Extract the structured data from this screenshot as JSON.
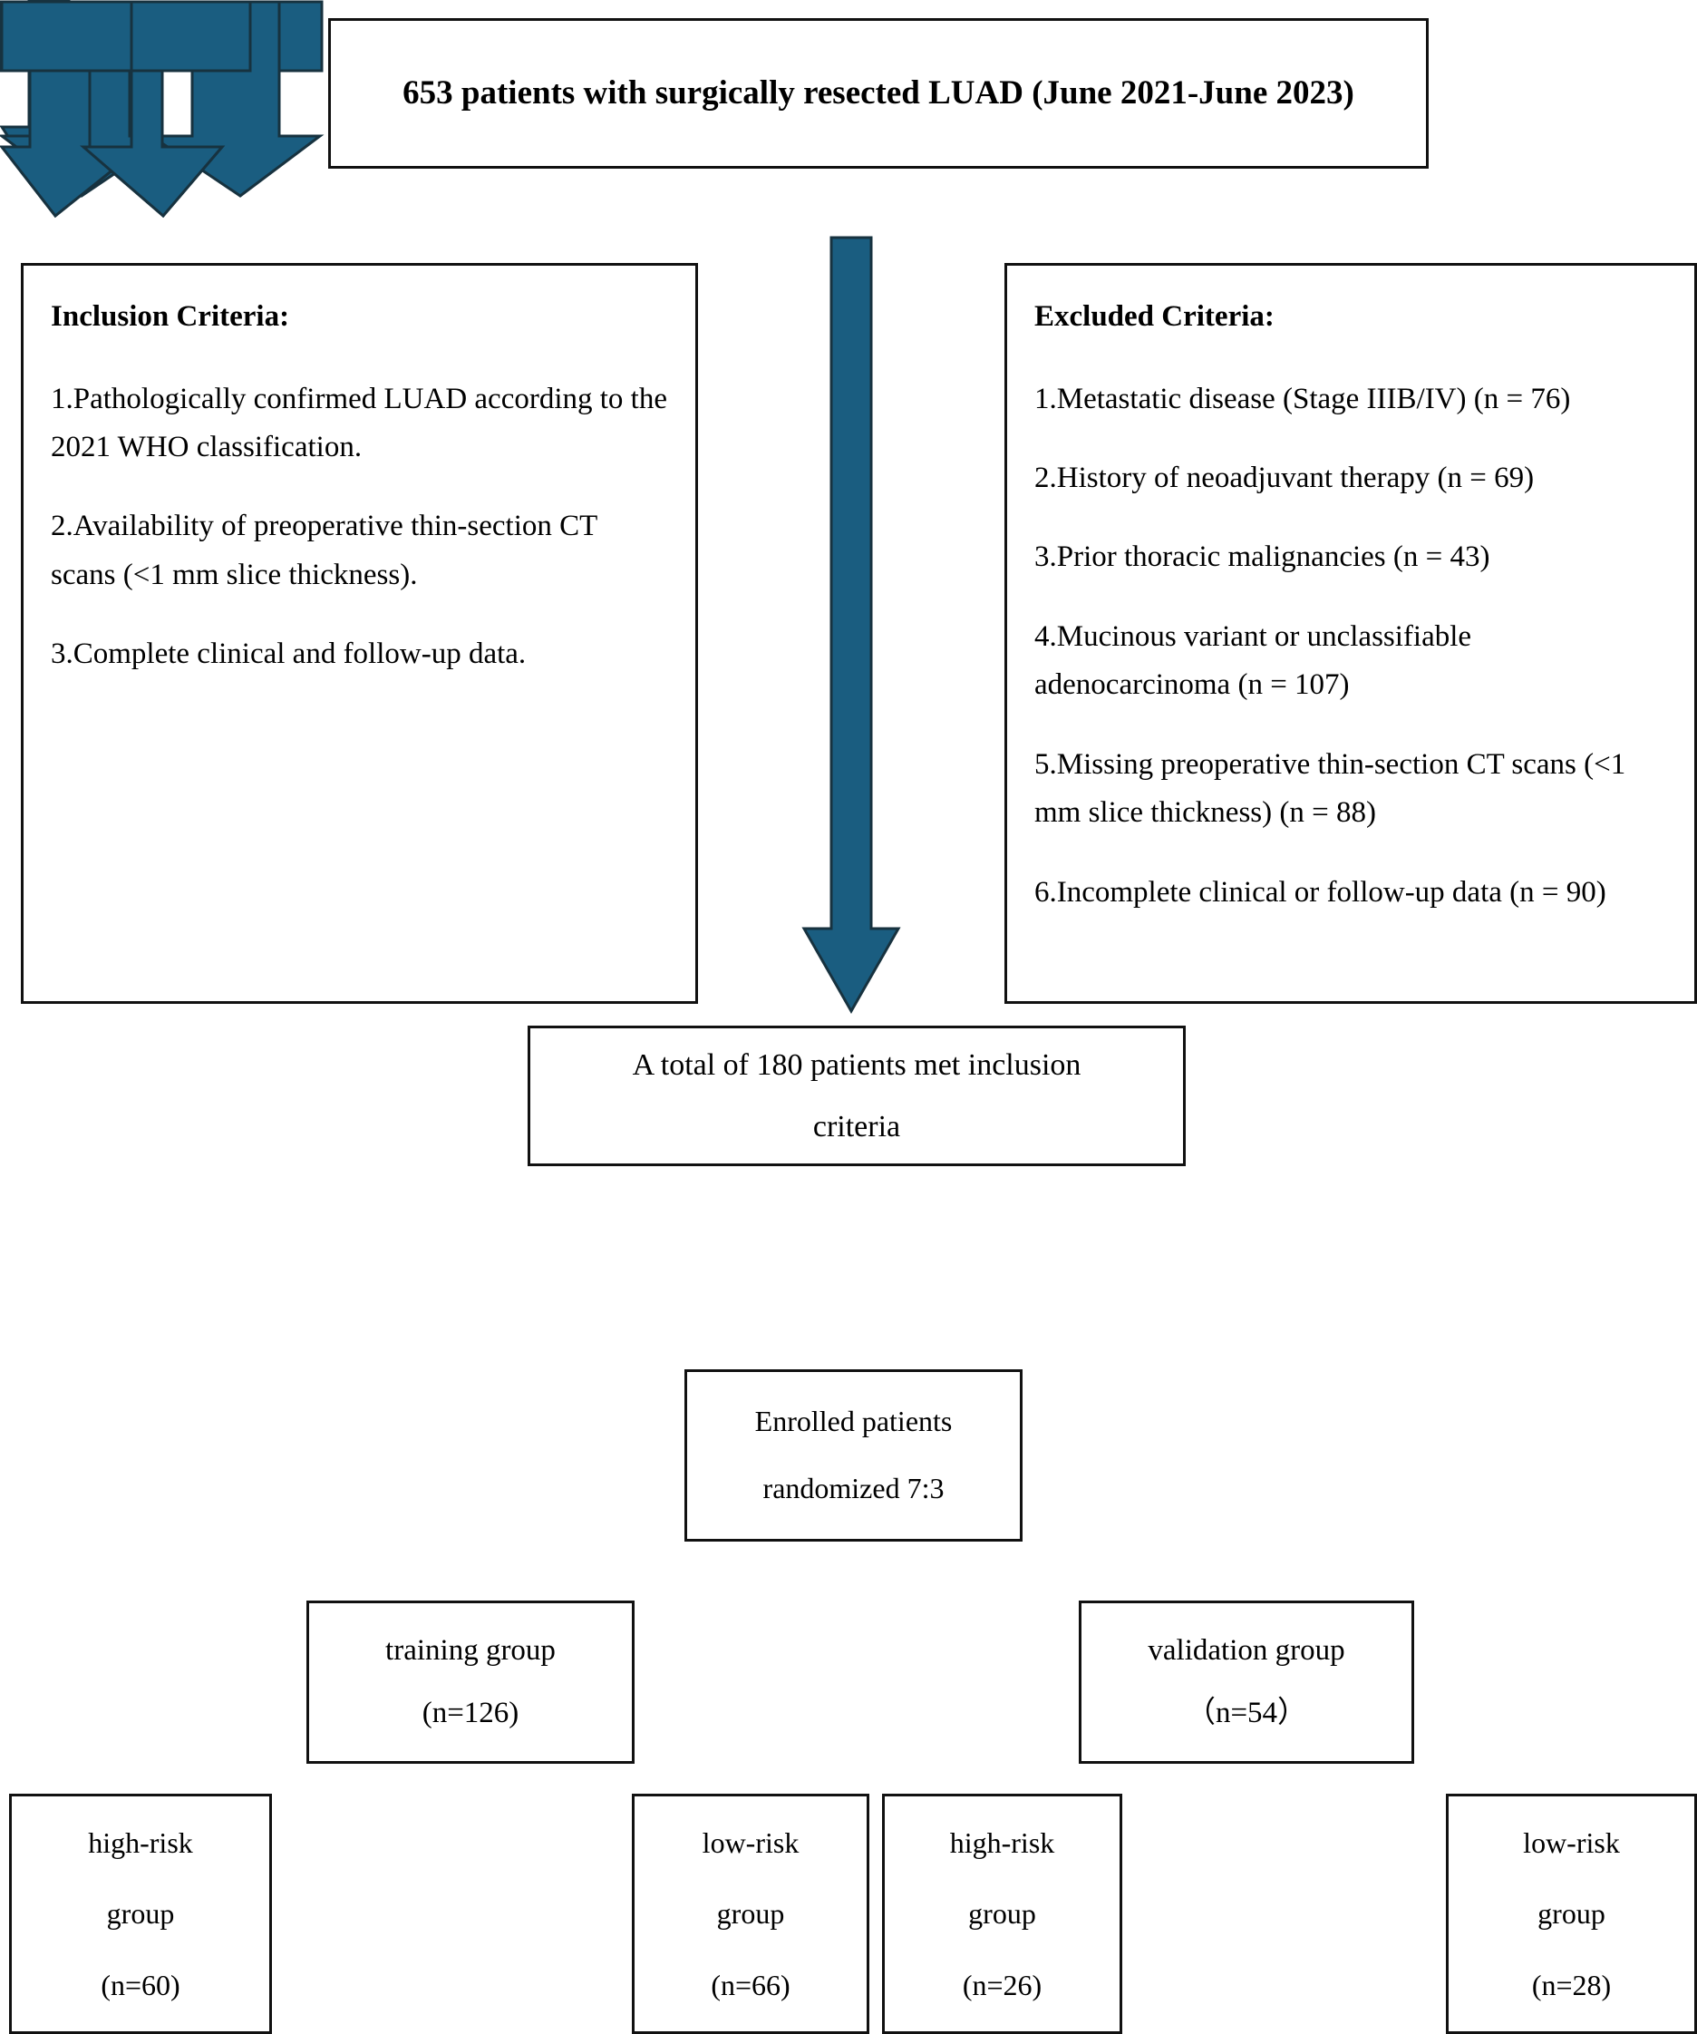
{
  "theme": {
    "arrow_color": "#1a5d80",
    "arrow_edge_color": "#17323f",
    "box_border_color": "#111111",
    "background": "#ffffff"
  },
  "title_box": {
    "text": "653 patients with surgically resected LUAD (June 2021-June 2023)"
  },
  "inclusion": {
    "heading": "Inclusion Criteria:",
    "items": [
      "1.Pathologically confirmed LUAD according to the 2021 WHO classification.",
      "2.Availability of preoperative thin-section CT scans (<1 mm slice thickness).",
      "3.Complete clinical and follow-up data."
    ]
  },
  "exclusion": {
    "heading": "Excluded Criteria:",
    "items": [
      "1.Metastatic disease (Stage IIIB/IV) (n = 76)",
      "2.History of neoadjuvant therapy (n = 69)",
      "3.Prior thoracic malignancies (n = 43)",
      "4.Mucinous variant or unclassifiable adenocarcinoma (n = 107)",
      "5.Missing preoperative thin-section CT scans (<1 mm slice thickness) (n = 88)",
      "6.Incomplete clinical or follow-up data (n = 90)"
    ]
  },
  "total_box": {
    "line1": "A total of 180 patients met inclusion",
    "line2": "criteria"
  },
  "enrolled_box": {
    "line1": "Enrolled patients",
    "line2": "randomized 7:3"
  },
  "training_box": {
    "line1": "training group",
    "line2": "(n=126)"
  },
  "validation_box": {
    "line1": "validation group",
    "line2": "（n=54）"
  },
  "leaves": [
    {
      "line1": "high-risk",
      "line2": "group",
      "line3": "(n=60)"
    },
    {
      "line1": "low-risk",
      "line2": "group",
      "line3": "(n=66)"
    },
    {
      "line1": "high-risk",
      "line2": "group",
      "line3": "(n=26)"
    },
    {
      "line1": "low-risk",
      "line2": "group",
      "line3": "(n=28)"
    }
  ]
}
